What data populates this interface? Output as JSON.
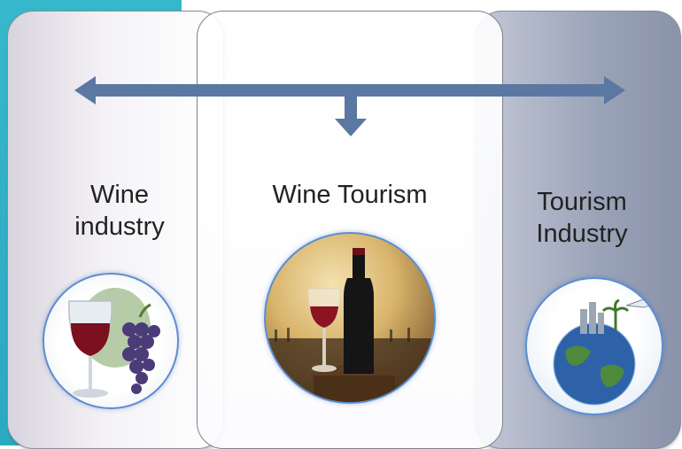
{
  "panels": {
    "left": {
      "title_line1": "Wine",
      "title_line2": "industry",
      "image": "wine-and-grapes-icon"
    },
    "middle": {
      "title": "Wine Tourism",
      "image": "wine-bottle-sunset-icon"
    },
    "right": {
      "title_line1": "Tourism",
      "title_line2": "Industry",
      "image": "globe-travel-icon"
    }
  },
  "colors": {
    "accent": "#2fb2c6",
    "arrow": "#5b78a2",
    "circle_border": "#5c8ed0"
  }
}
